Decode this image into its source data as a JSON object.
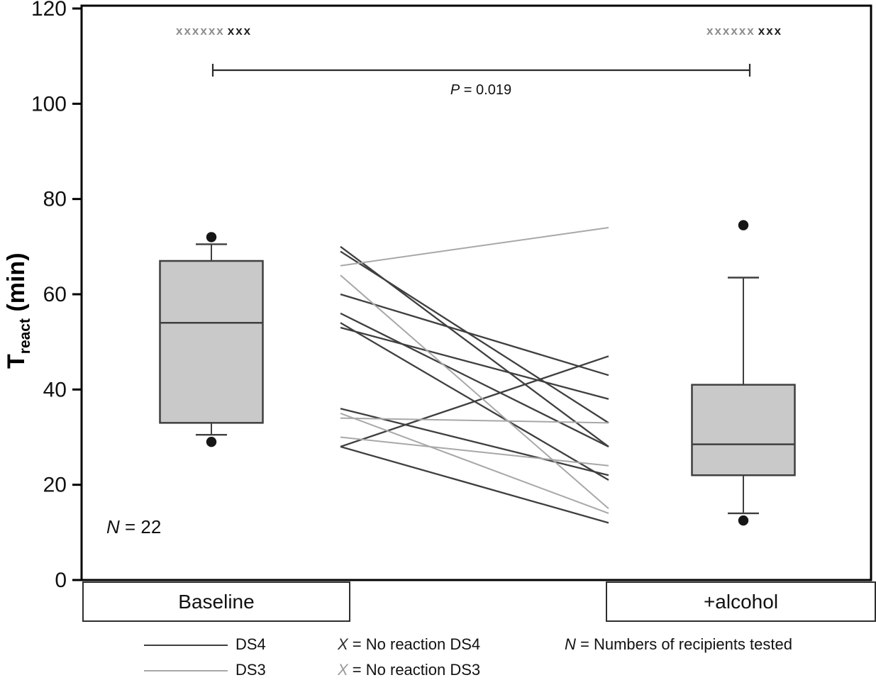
{
  "axis": {
    "y_title_main": "T",
    "y_title_sub": "react",
    "y_title_unit": " (min)"
  },
  "categories": {
    "left": "Baseline",
    "right": "+alcohol"
  },
  "annotations": {
    "no_reaction_left": {
      "light": "xxxxxx",
      "bold": "xxx"
    },
    "no_reaction_right": {
      "light": "xxxxxx",
      "bold": "xxx"
    },
    "p_label": {
      "symbol": "P",
      "rest": " = 0.019"
    },
    "n_label": {
      "symbol": "N",
      "rest": " = 22"
    }
  },
  "legend": {
    "ds4_label": "DS4",
    "ds3_label": "DS3",
    "x_ds4": {
      "symbol": "X",
      "rest": " = No reaction DS4"
    },
    "x_ds3": {
      "symbol": "X",
      "rest": " = No reaction DS3"
    },
    "n_note": {
      "symbol": "N",
      "rest": " = Numbers of recipients tested"
    }
  },
  "chart_data": {
    "type": "boxplot",
    "title": "",
    "ylabel": "T_react (min)",
    "ylim": [
      0,
      120
    ],
    "yticks": [
      0,
      20,
      40,
      60,
      80,
      100,
      120
    ],
    "categories": [
      "Baseline",
      "+alcohol"
    ],
    "n": 22,
    "p_value": 0.019,
    "grid": false,
    "legend_position": "bottom",
    "boxes": [
      {
        "category": "Baseline",
        "q1": 33,
        "median": 54,
        "q3": 67,
        "whisker_low": 30.5,
        "whisker_high": 70.5,
        "outliers_low": [
          29
        ],
        "outliers_high": [
          72
        ]
      },
      {
        "category": "+alcohol",
        "q1": 22,
        "median": 28.5,
        "q3": 41,
        "whisker_low": 14,
        "whisker_high": 63.5,
        "outliers_low": [
          12.5
        ],
        "outliers_high": [
          74.5
        ]
      }
    ],
    "paired_lines": {
      "DS4": [
        [
          70,
          28
        ],
        [
          69,
          33
        ],
        [
          60,
          43
        ],
        [
          56,
          28
        ],
        [
          54,
          21
        ],
        [
          53,
          38
        ],
        [
          36,
          22
        ],
        [
          28,
          47
        ],
        [
          28,
          12
        ]
      ],
      "DS3": [
        [
          66,
          74
        ],
        [
          64,
          15
        ],
        [
          35,
          14
        ],
        [
          34,
          33
        ],
        [
          30,
          24
        ]
      ]
    },
    "colors": {
      "box_fill": "#c9c9c9",
      "box_stroke": "#3f3f3f",
      "ds4_line": "#3f3f3f",
      "ds3_line": "#a8a8a8",
      "point": "#161616",
      "axis": "#000000"
    }
  }
}
